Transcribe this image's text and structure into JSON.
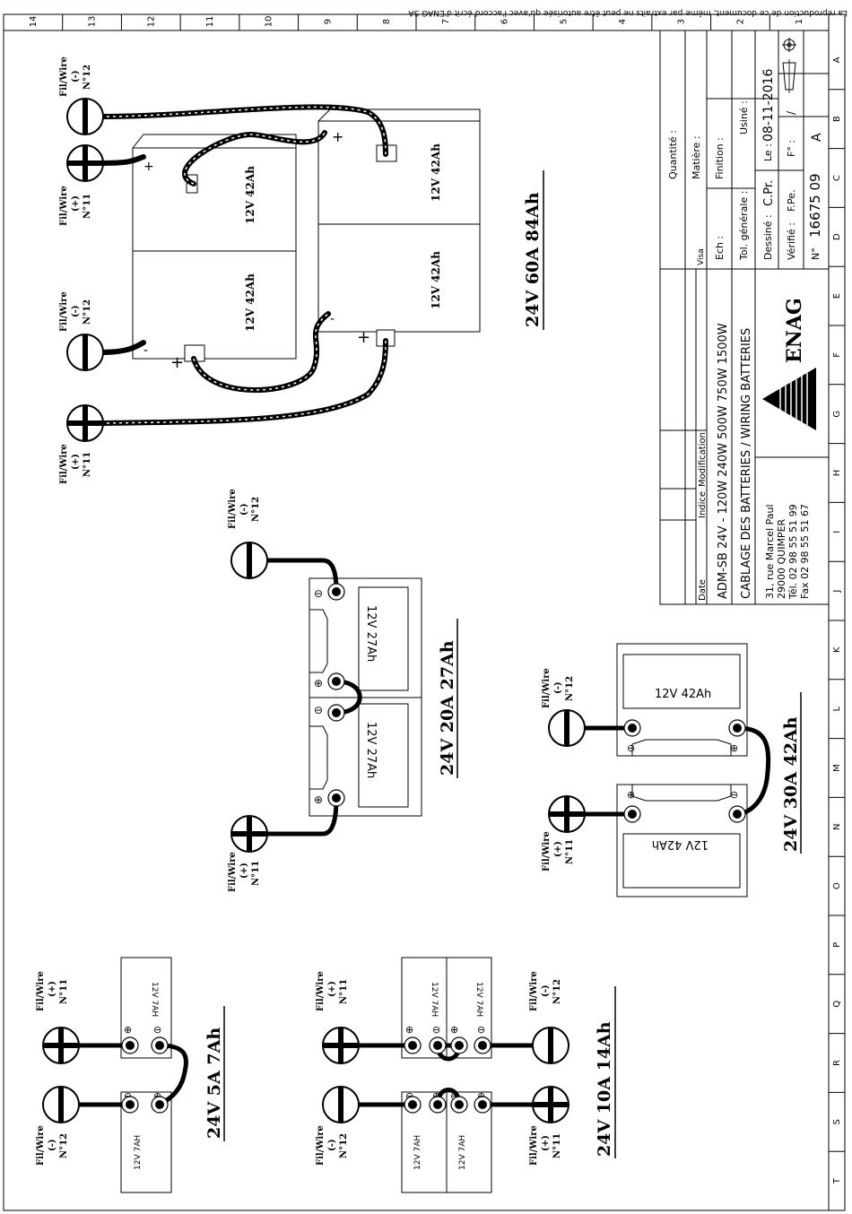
{
  "notice": "La reproduction de ce document, même par extraits ne peut être autorisée qu'avec l'accord écrit d'ENAG SA",
  "grid": {
    "columns": [
      "14",
      "13",
      "12",
      "11",
      "10",
      "9",
      "8",
      "7",
      "6",
      "5",
      "4",
      "3",
      "2",
      "1"
    ],
    "rows": [
      "A",
      "B",
      "C",
      "D",
      "E",
      "F",
      "G",
      "H",
      "I",
      "J",
      "K",
      "L",
      "M",
      "N",
      "O",
      "P",
      "Q",
      "R",
      "S",
      "T"
    ]
  },
  "titleblock": {
    "quantite": "Quantité :",
    "matiere": "Matière :",
    "finition": "Finition :",
    "ech": "Ech :",
    "visa": "Visa",
    "tol": "Tol. générale :",
    "usine": "Usiné :",
    "dessine_label": "Dessiné :",
    "dessine": "C.Pr.",
    "le_label": "Le :",
    "le": "08-11-2016",
    "verifie_label": "Vérifié :",
    "verifie": "F.Pe.",
    "fo_label": "F° :",
    "fo": "/",
    "no_label": "N°",
    "no": "16675 09",
    "indice_letter": "A",
    "date": "Date",
    "indice": "Indice",
    "modification": "Modification",
    "title1": "ADM-SB 24V - 120W 240W 500W 750W 1500W",
    "title2": "CABLAGE DES BATTERIES / WIRING BATTERIES",
    "company": "ENAG",
    "addr1": "31, rue Marcel Paul",
    "addr2": "29000 QUIMPER",
    "tel": "Tél. 02 98 55 51 99",
    "fax": "Fax 02 98 55 51 67"
  },
  "wire": {
    "label": "Fil/Wire",
    "plus": "(+)",
    "minus": "(-)",
    "n11": "N°11",
    "n12": "N°12"
  },
  "batteries": {
    "b42": "12V 42Ah",
    "b27": "12V 27Ah",
    "b7": "12V 7AH"
  },
  "configs": {
    "c84": "24V 60A 84Ah",
    "c27": "24V 20A 27Ah",
    "c42": "24V 30A 42Ah",
    "c7": "24V 5A 7Ah",
    "c14": "24V 10A 14Ah"
  }
}
